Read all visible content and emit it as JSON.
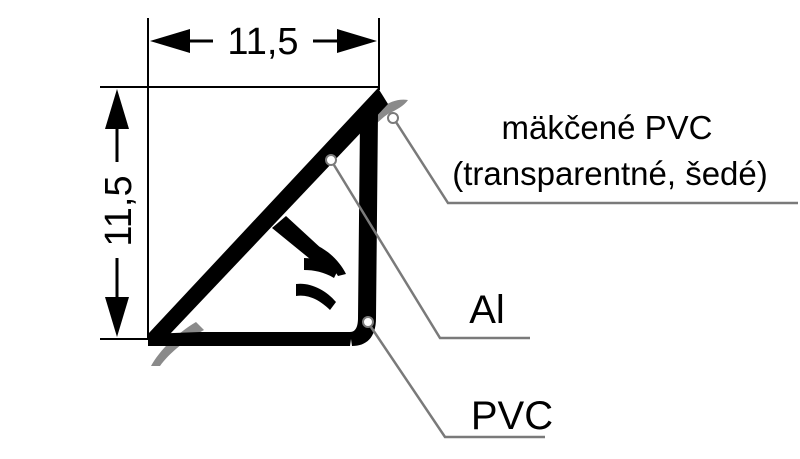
{
  "dimensions": {
    "width": "11,5",
    "height": "11,5"
  },
  "labels": {
    "soft_pvc_line1": "mäkčené PVC",
    "soft_pvc_line2": "(transparentné, šedé)",
    "aluminium": "Al",
    "pvc": "PVC"
  },
  "colors": {
    "profile": "#000000",
    "soft_pvc": "#8a8a8a",
    "leader_line": "#7a7a7a"
  }
}
